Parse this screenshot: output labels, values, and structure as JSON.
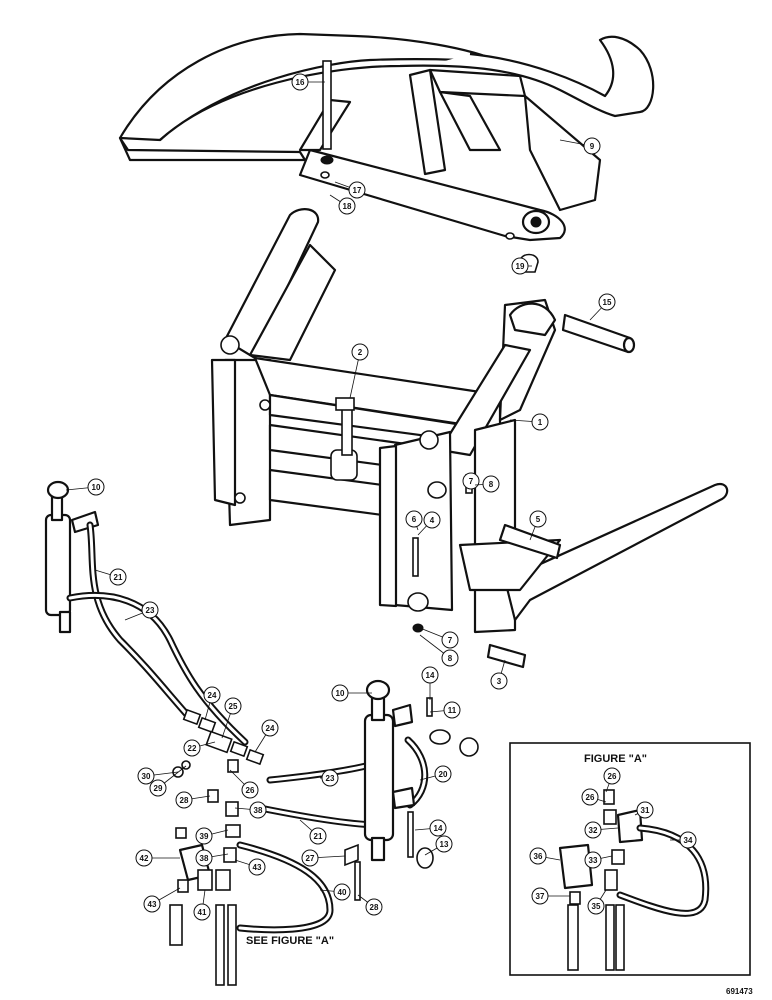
{
  "diagram": {
    "caption": "SEE FIGURE \"A\"",
    "catalog_number": "691473",
    "inset": {
      "title": "FIGURE \"A\""
    },
    "callouts": [
      {
        "id": "c16",
        "num": "16"
      },
      {
        "id": "c9",
        "num": "9"
      },
      {
        "id": "c17",
        "num": "17"
      },
      {
        "id": "c18",
        "num": "18"
      },
      {
        "id": "c19",
        "num": "19"
      },
      {
        "id": "c15",
        "num": "15"
      },
      {
        "id": "c2",
        "num": "2"
      },
      {
        "id": "c1",
        "num": "1"
      },
      {
        "id": "c7a",
        "num": "7"
      },
      {
        "id": "c8a",
        "num": "8"
      },
      {
        "id": "c10a",
        "num": "10"
      },
      {
        "id": "c6",
        "num": "6"
      },
      {
        "id": "c5",
        "num": "5"
      },
      {
        "id": "c4",
        "num": "4"
      },
      {
        "id": "c21a",
        "num": "21"
      },
      {
        "id": "c23a",
        "num": "23"
      },
      {
        "id": "c7b",
        "num": "7"
      },
      {
        "id": "c8b",
        "num": "8"
      },
      {
        "id": "c3",
        "num": "3"
      },
      {
        "id": "c14a",
        "num": "14"
      },
      {
        "id": "c10b",
        "num": "10"
      },
      {
        "id": "c11",
        "num": "11"
      },
      {
        "id": "c24a",
        "num": "24"
      },
      {
        "id": "c25",
        "num": "25"
      },
      {
        "id": "c24b",
        "num": "24"
      },
      {
        "id": "c22",
        "num": "22"
      },
      {
        "id": "c23b",
        "num": "23"
      },
      {
        "id": "c20",
        "num": "20"
      },
      {
        "id": "c30",
        "num": "30"
      },
      {
        "id": "c29",
        "num": "29"
      },
      {
        "id": "c28a",
        "num": "28"
      },
      {
        "id": "c26",
        "num": "26"
      },
      {
        "id": "c38a",
        "num": "38"
      },
      {
        "id": "c39",
        "num": "39"
      },
      {
        "id": "c21b",
        "num": "21"
      },
      {
        "id": "c14b",
        "num": "14"
      },
      {
        "id": "c13",
        "num": "13"
      },
      {
        "id": "c42",
        "num": "42"
      },
      {
        "id": "c38b",
        "num": "38"
      },
      {
        "id": "c43a",
        "num": "43"
      },
      {
        "id": "c27",
        "num": "27"
      },
      {
        "id": "c40",
        "num": "40"
      },
      {
        "id": "c43b",
        "num": "43"
      },
      {
        "id": "c41",
        "num": "41"
      },
      {
        "id": "c28b",
        "num": "28"
      },
      {
        "id": "f26a",
        "num": "26"
      },
      {
        "id": "f26b",
        "num": "26"
      },
      {
        "id": "f31",
        "num": "31"
      },
      {
        "id": "f32",
        "num": "32"
      },
      {
        "id": "f34",
        "num": "34"
      },
      {
        "id": "f36",
        "num": "36"
      },
      {
        "id": "f33",
        "num": "33"
      },
      {
        "id": "f37",
        "num": "37"
      },
      {
        "id": "f35",
        "num": "35"
      }
    ]
  }
}
